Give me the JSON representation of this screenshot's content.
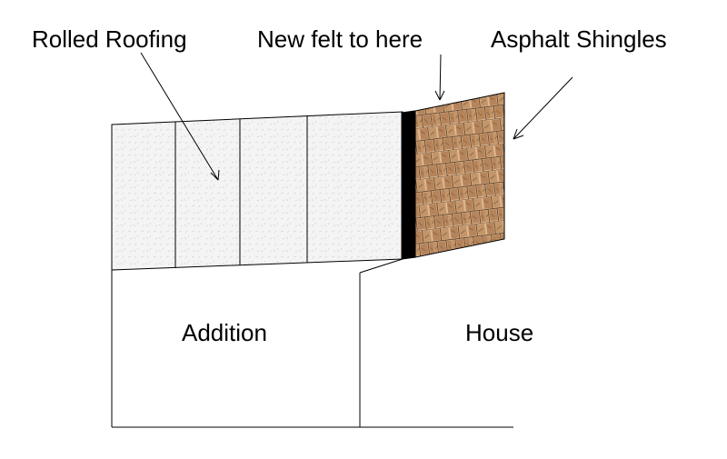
{
  "labels": {
    "rolled_roofing": "Rolled Roofing",
    "new_felt": "New felt to here",
    "asphalt_shingles": "Asphalt Shingles",
    "addition": "Addition",
    "house": "House"
  },
  "colors": {
    "line": "#000000",
    "rolled_fill": "#f4f4f4",
    "rolled_texture": "#dddddd",
    "felt": "#000000",
    "shingle_fill": "#b6845a",
    "shingle_light": "#dcb894",
    "shingle_outline": "#6b4a2e",
    "background": "#ffffff"
  }
}
